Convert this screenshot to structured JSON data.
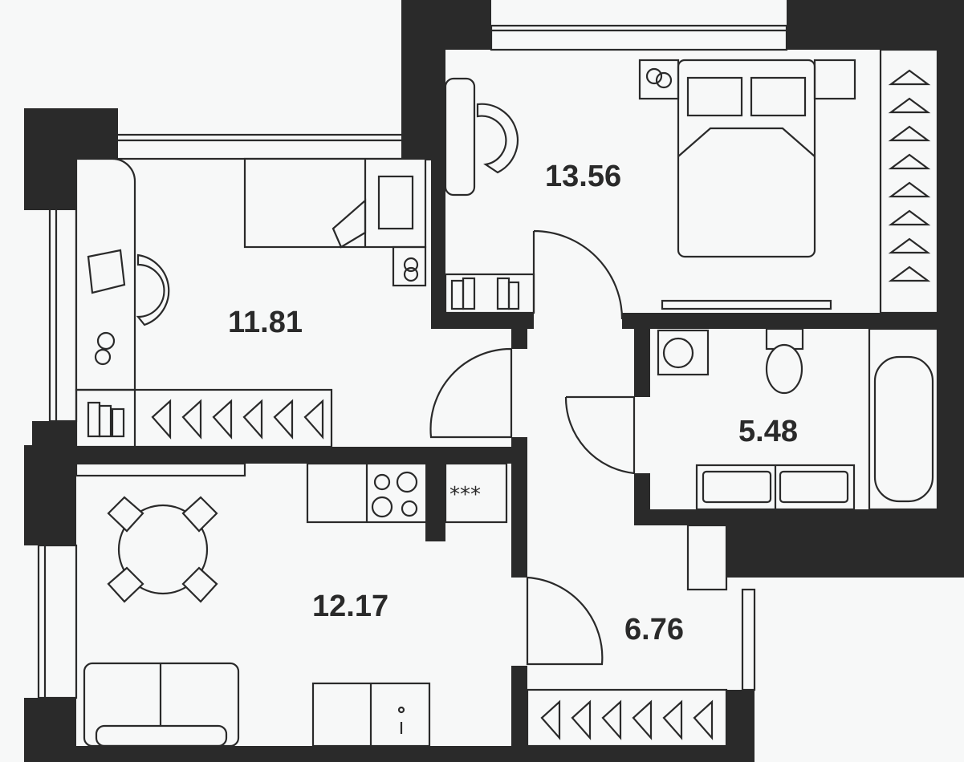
{
  "plan": {
    "colors": {
      "wall": "#2a2a2a",
      "background": "#f7f8f8"
    },
    "rooms": [
      {
        "name": "bedroom",
        "area": "13.56"
      },
      {
        "name": "childroom",
        "area": "11.81"
      },
      {
        "name": "bathroom",
        "area": "5.48"
      },
      {
        "name": "kitchen-living",
        "area": "12.17"
      },
      {
        "name": "hallway",
        "area": "6.76"
      }
    ]
  }
}
